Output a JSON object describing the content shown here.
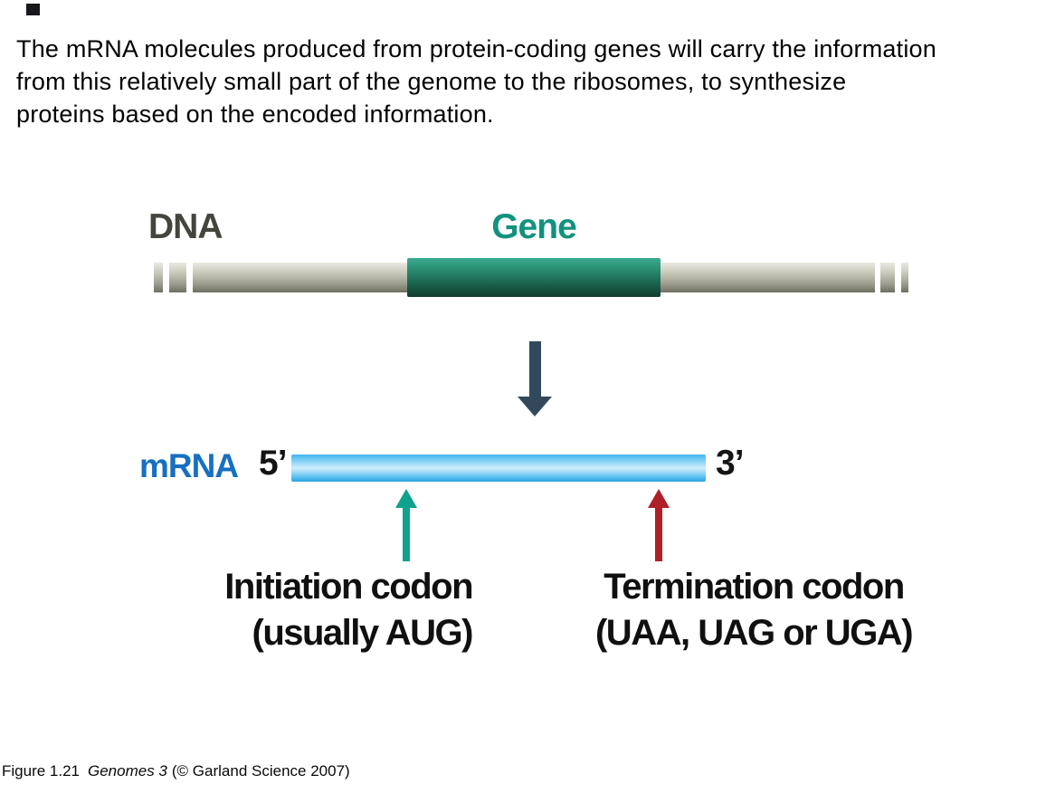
{
  "intro": {
    "text": "The mRNA molecules produced from protein-coding genes will carry the information\nfrom this relatively small part of the genome to the ribosomes,  to synthesize\nproteins based on the encoded information."
  },
  "diagram": {
    "dna_label": "DNA",
    "gene_label": "Gene",
    "mrna_label": "mRNA",
    "five_prime": "5’",
    "three_prime": "3’",
    "initiation_label": "Initiation codon\n(usually AUG)",
    "termination_label": "Termination codon\n(UAA, UAG or UGA)",
    "colors": {
      "dna_label": "#45453e",
      "gene_label": "#12917f",
      "mrna_label": "#176fc1",
      "dna_bar_light": "#e9e9e1",
      "dna_bar_dark": "#6f6f60",
      "gene_fill_top": "#3cab8e",
      "gene_fill_bottom": "#113c2f",
      "mrna_bar_top": "#41b3ed",
      "mrna_bar_light": "#cdeefc",
      "mrna_bar_bottom": "#2ba1e3",
      "down_arrow": "#32495c",
      "init_arrow": "#0fa28c",
      "term_arrow": "#b01f26"
    }
  },
  "caption": {
    "prefix": "Figure 1.21",
    "book": "Genomes 3",
    "suffix": "(© Garland Science 2007)"
  }
}
